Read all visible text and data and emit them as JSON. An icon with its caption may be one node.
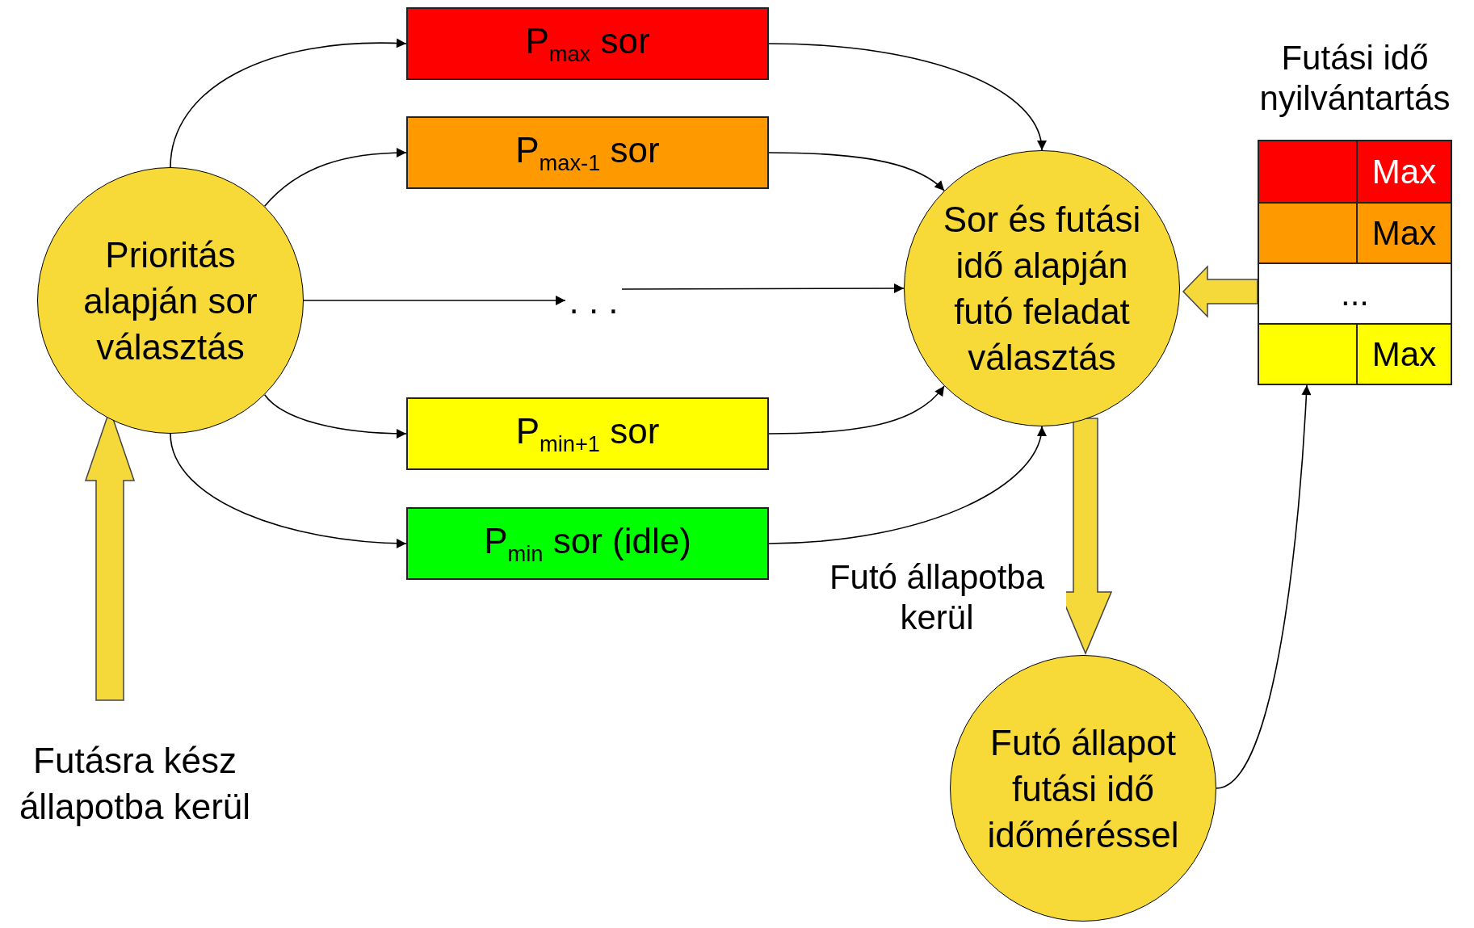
{
  "diagram": {
    "nodes": [
      {
        "text": [
          "Prioritás alapján sor választás"
        ]
      },
      {
        "text": [
          "P$_{max}$ sor"
        ]
      },
      {
        "text": [
          "P$_{max-1}$ sor"
        ]
      },
      {
        "text": [
          ". . ."
        ]
      },
      {
        "text": [
          "P$_{min+1}$ sor"
        ]
      },
      {
        "text": [
          "P$_{min}$ sor (idle)"
        ]
      },
      {
        "text": [
          "Sor és futási idő alapján futó feladat választás"
        ]
      },
      {
        "text": [
          "Futási idő nyilvántartás"
        ]
      },
      {
        "text": [
          "Max"
        ],
        "in": 7
      },
      {
        "text": [
          "Max"
        ],
        "in": 7
      },
      {
        "text": [
          "..."
        ],
        "in": 7
      },
      {
        "text": [
          "Max"
        ],
        "in": 7
      },
      {
        "text": [
          "Futó állapot futási idő időméréssel"
        ]
      },
      {
        "text": [
          "Futásra kész állapotba kerül"
        ]
      }
    ],
    "edges": [
      {
        "from": 0,
        "to": 1,
        "arrow": "to"
      },
      {
        "from": 0,
        "to": 2,
        "arrow": "to"
      },
      {
        "from": 0,
        "to": 3,
        "arrow": "to"
      },
      {
        "from": 0,
        "to": 4,
        "arrow": "to"
      },
      {
        "from": 0,
        "to": 5,
        "arrow": "to"
      },
      {
        "from": 1,
        "to": 6,
        "arrow": "to"
      },
      {
        "from": 2,
        "to": 6,
        "arrow": "to"
      },
      {
        "from": 3,
        "to": 6,
        "arrow": "to"
      },
      {
        "from": 4,
        "to": 6,
        "arrow": "to"
      },
      {
        "from": 5,
        "to": 6,
        "arrow": "to"
      },
      {
        "from": 7,
        "to": 6,
        "arrow": "to",
        "style": "thick",
        "color": "#f5d93a"
      },
      {
        "from": 6,
        "to": 12,
        "arrow": "to",
        "style": "thick",
        "color": "#f5d93a",
        "label": "Futó állapotba kerül"
      },
      {
        "from": 12,
        "to": 7,
        "arrow": "to"
      },
      {
        "from": 13,
        "to": 0,
        "arrow": "to",
        "style": "thick",
        "color": "#f5d93a"
      }
    ]
  }
}
